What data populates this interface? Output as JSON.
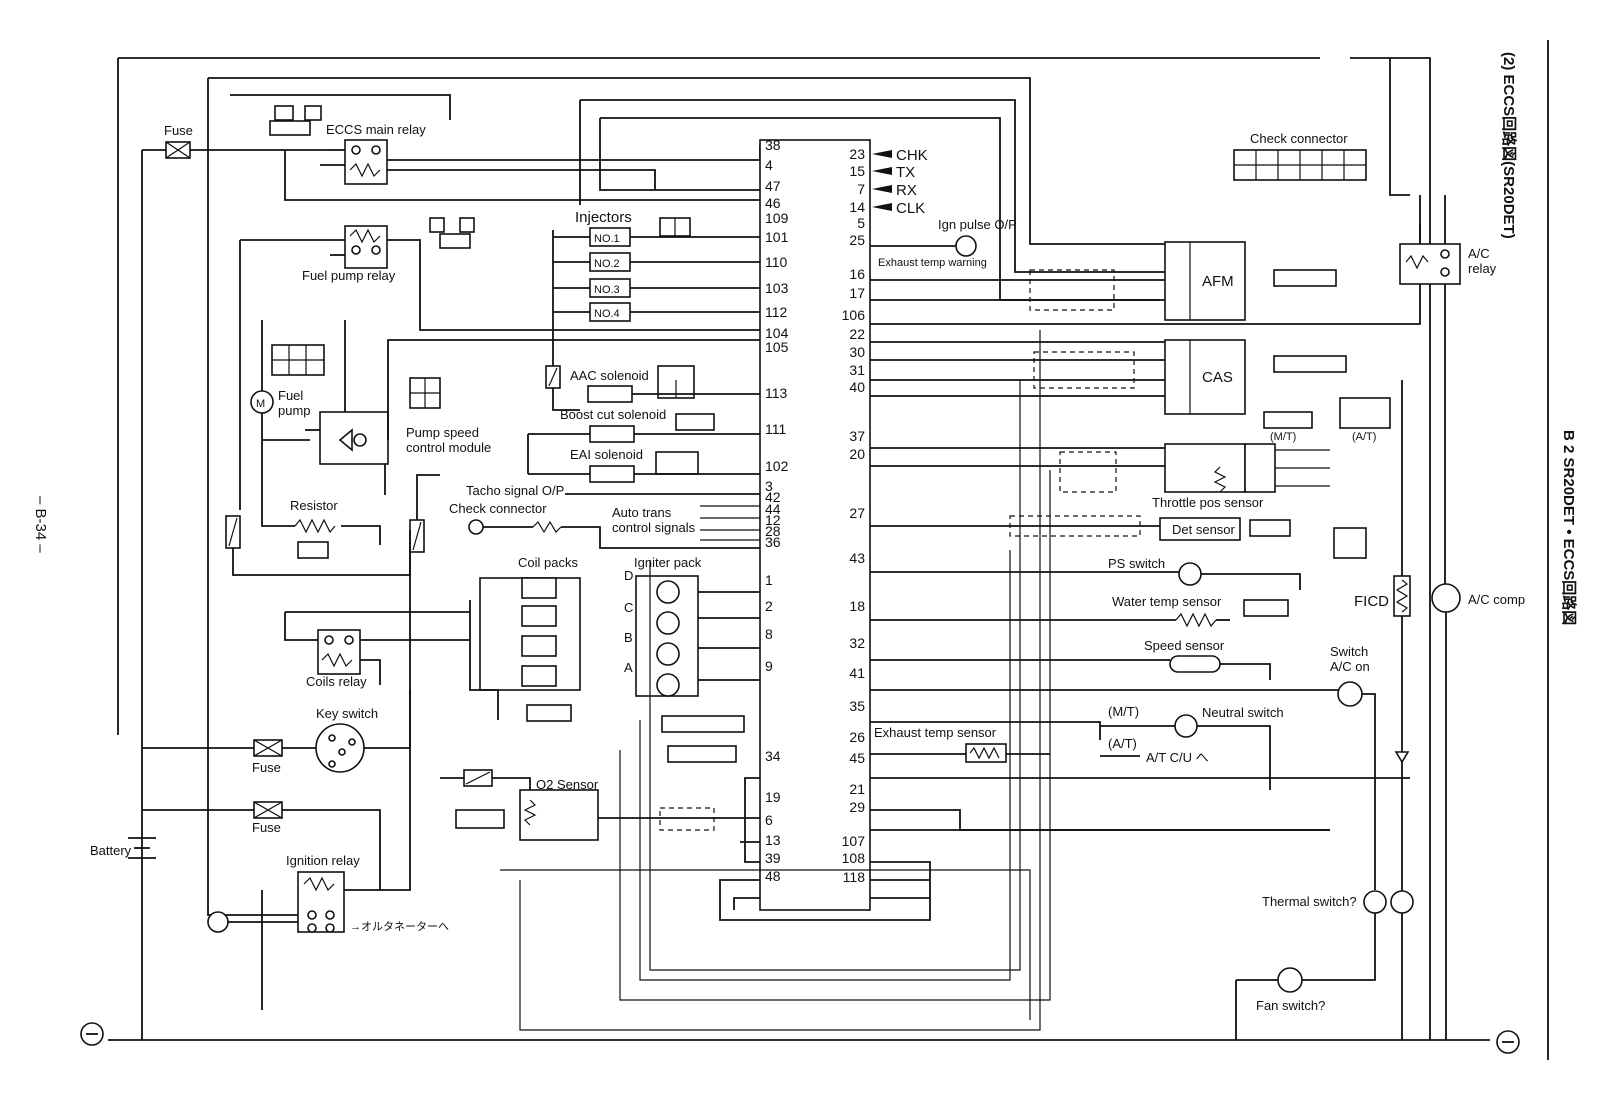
{
  "page": {
    "page_number": "– B-34 –",
    "vertical_title": "(2)  ECCS回路図(SR20DET)",
    "vertical_title_right": "B 2  SR20DET • ECCS回路図"
  },
  "ecu": {
    "left_pins": [
      "38",
      "4",
      "47",
      "46",
      "109",
      "101",
      "110",
      "103",
      "112",
      "104",
      "105",
      "113",
      "111",
      "102",
      "3",
      "42",
      "44",
      "12",
      "28",
      "36",
      "1",
      "2",
      "8",
      "9",
      "34",
      "19",
      "6",
      "13",
      "39",
      "48"
    ],
    "right_pins": [
      "23",
      "15",
      "7",
      "14",
      "5",
      "25",
      "16",
      "17",
      "106",
      "22",
      "30",
      "31",
      "40",
      "37",
      "20",
      "27",
      "43",
      "18",
      "32",
      "41",
      "35",
      "26",
      "45",
      "21",
      "29",
      "107",
      "108",
      "118"
    ],
    "diag_outputs": [
      "CHK",
      "TX",
      "RX",
      "CLK"
    ]
  },
  "components": {
    "fuse_top": "Fuse",
    "eccs_main_relay": "ECCS main relay",
    "fuel_pump_relay": "Fuel pump relay",
    "fuel_pump": "Fuel\npump",
    "pump_speed_module": "Pump speed\ncontrol module",
    "resistor": "Resistor",
    "coils_relay": "Coils relay",
    "key_switch": "Key switch",
    "fuse_mid": "Fuse",
    "fuse_low": "Fuse",
    "battery": "Battery",
    "ignition_relay": "Ignition relay",
    "ignition_relay_note": "→オルタネーターへ",
    "injectors": "Injectors",
    "injector_labels": [
      "NO.1",
      "NO.2",
      "NO.3",
      "NO.4"
    ],
    "aac_solenoid": "AAC solenoid",
    "boost_cut_solenoid": "Boost cut solenoid",
    "eai_solenoid": "EAI solenoid",
    "tacho_signal": "Tacho signal O/P",
    "check_connector_left": "Check connector",
    "auto_trans": "Auto trans\ncontrol signals",
    "coil_packs": "Coil packs",
    "igniter_pack": "Igniter pack",
    "igniter_letters": [
      "D",
      "C",
      "B",
      "A"
    ],
    "o2_sensor": "O2 Sensor",
    "ign_pulse": "Ign pulse O/P",
    "exhaust_temp_warning": "Exhaust temp warning",
    "afm": "AFM",
    "cas": "CAS",
    "throttle_pos_sensor": "Throttle pos sensor",
    "det_sensor": "Det sensor",
    "ps_switch": "PS switch",
    "water_temp_sensor": "Water temp sensor",
    "speed_sensor": "Speed sensor",
    "neutral_switch": "Neutral switch",
    "mt_label": "(M/T)",
    "at_label": "(A/T)",
    "at_note": "A/T C/U へ",
    "exhaust_temp_sensor": "Exhaust temp sensor",
    "check_connector_right": "Check connector",
    "ac_relay": "A/C\nrelay",
    "switch_ac_on": "Switch\nA/C on",
    "ficd": "FICD",
    "ac_comp": "A/C comp",
    "thermal_switch": "Thermal switch?",
    "fan_switch": "Fan switch?",
    "tps_mt": "(M/T)",
    "tps_at": "(A/T)"
  }
}
